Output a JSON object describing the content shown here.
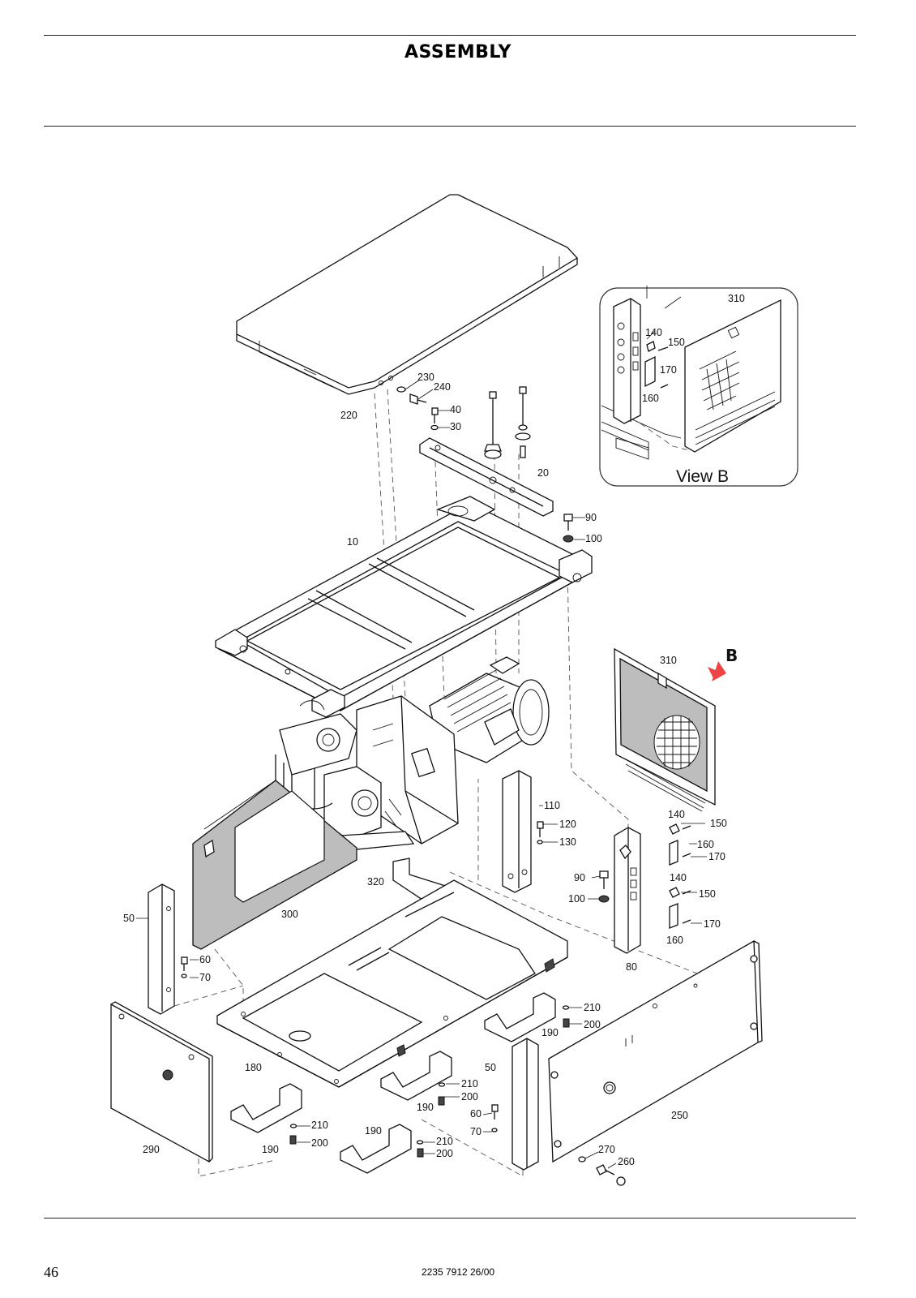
{
  "header": {
    "title": "ASSEMBLY"
  },
  "footer": {
    "page_number": "46",
    "doc_code": "2235 7912 26/00"
  },
  "inset": {
    "caption": "View B"
  },
  "view_marker": "B",
  "callouts": {
    "c220": "220",
    "c230": "230",
    "c240": "240",
    "c40": "40",
    "c30": "30",
    "c20": "20",
    "c90a": "90",
    "c100a": "100",
    "c10": "10",
    "c310i": "310",
    "c140i": "140",
    "c150i": "150",
    "c170i": "170",
    "c160i": "160",
    "c310": "310",
    "c110": "110",
    "c120": "120",
    "c130": "130",
    "c140a": "140",
    "c150a": "150",
    "c160a": "160",
    "c170a": "170",
    "c140b": "140",
    "c150b": "150",
    "c160b": "160",
    "c170b": "170",
    "c90b": "90",
    "c100b": "100",
    "c80": "80",
    "c320": "320",
    "c300": "300",
    "c50a": "50",
    "c60a": "60",
    "c70a": "70",
    "c210a": "210",
    "c200a": "200",
    "c190a": "190",
    "c180": "180",
    "c50b": "50",
    "c210b": "210",
    "c200b": "200",
    "c190b": "190",
    "c60b": "60",
    "c70b": "70",
    "c250": "250",
    "c210c": "210",
    "c200c": "200",
    "c190c": "190",
    "c210d": "210",
    "c200d": "200",
    "c190d": "190",
    "c290": "290",
    "c270": "270",
    "c260": "260"
  }
}
